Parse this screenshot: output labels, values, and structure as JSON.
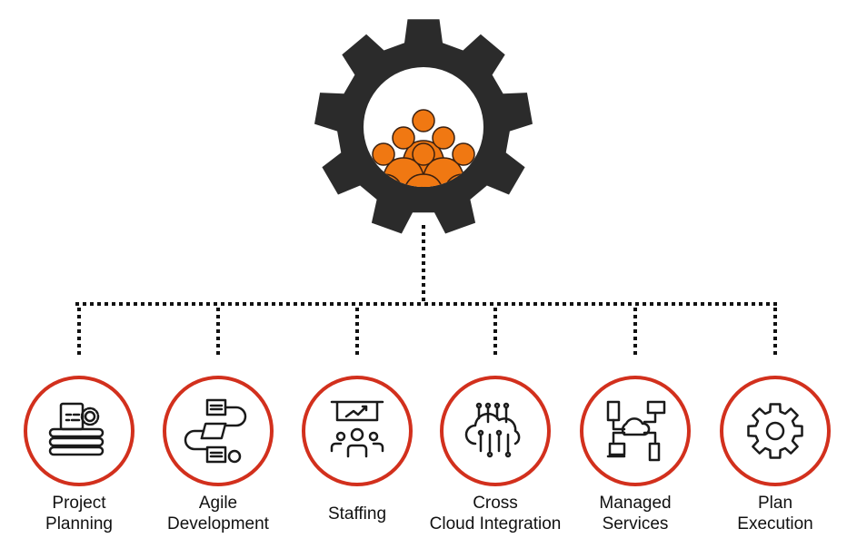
{
  "hub": {
    "name": "team-gear",
    "icon": "people-group-in-gear-icon"
  },
  "colors": {
    "gear": "#2b2b2b",
    "people": "#f07812",
    "ring": "#d2301d",
    "line": "#111111",
    "icon": "#1a1a1a"
  },
  "services": [
    {
      "label": [
        "Project",
        "Planning"
      ],
      "icon": "books-document-gear-icon"
    },
    {
      "label": [
        "Agile",
        "Development"
      ],
      "icon": "workflow-documents-icon"
    },
    {
      "label": [
        "Staffing"
      ],
      "icon": "presentation-team-icon"
    },
    {
      "label": [
        "Cross",
        "Cloud Integration"
      ],
      "icon": "cloud-circuit-icon"
    },
    {
      "label": [
        "Managed",
        "Services"
      ],
      "icon": "network-cloud-devices-icon"
    },
    {
      "label": [
        "Plan",
        "Execution"
      ],
      "icon": "gear-icon"
    }
  ]
}
